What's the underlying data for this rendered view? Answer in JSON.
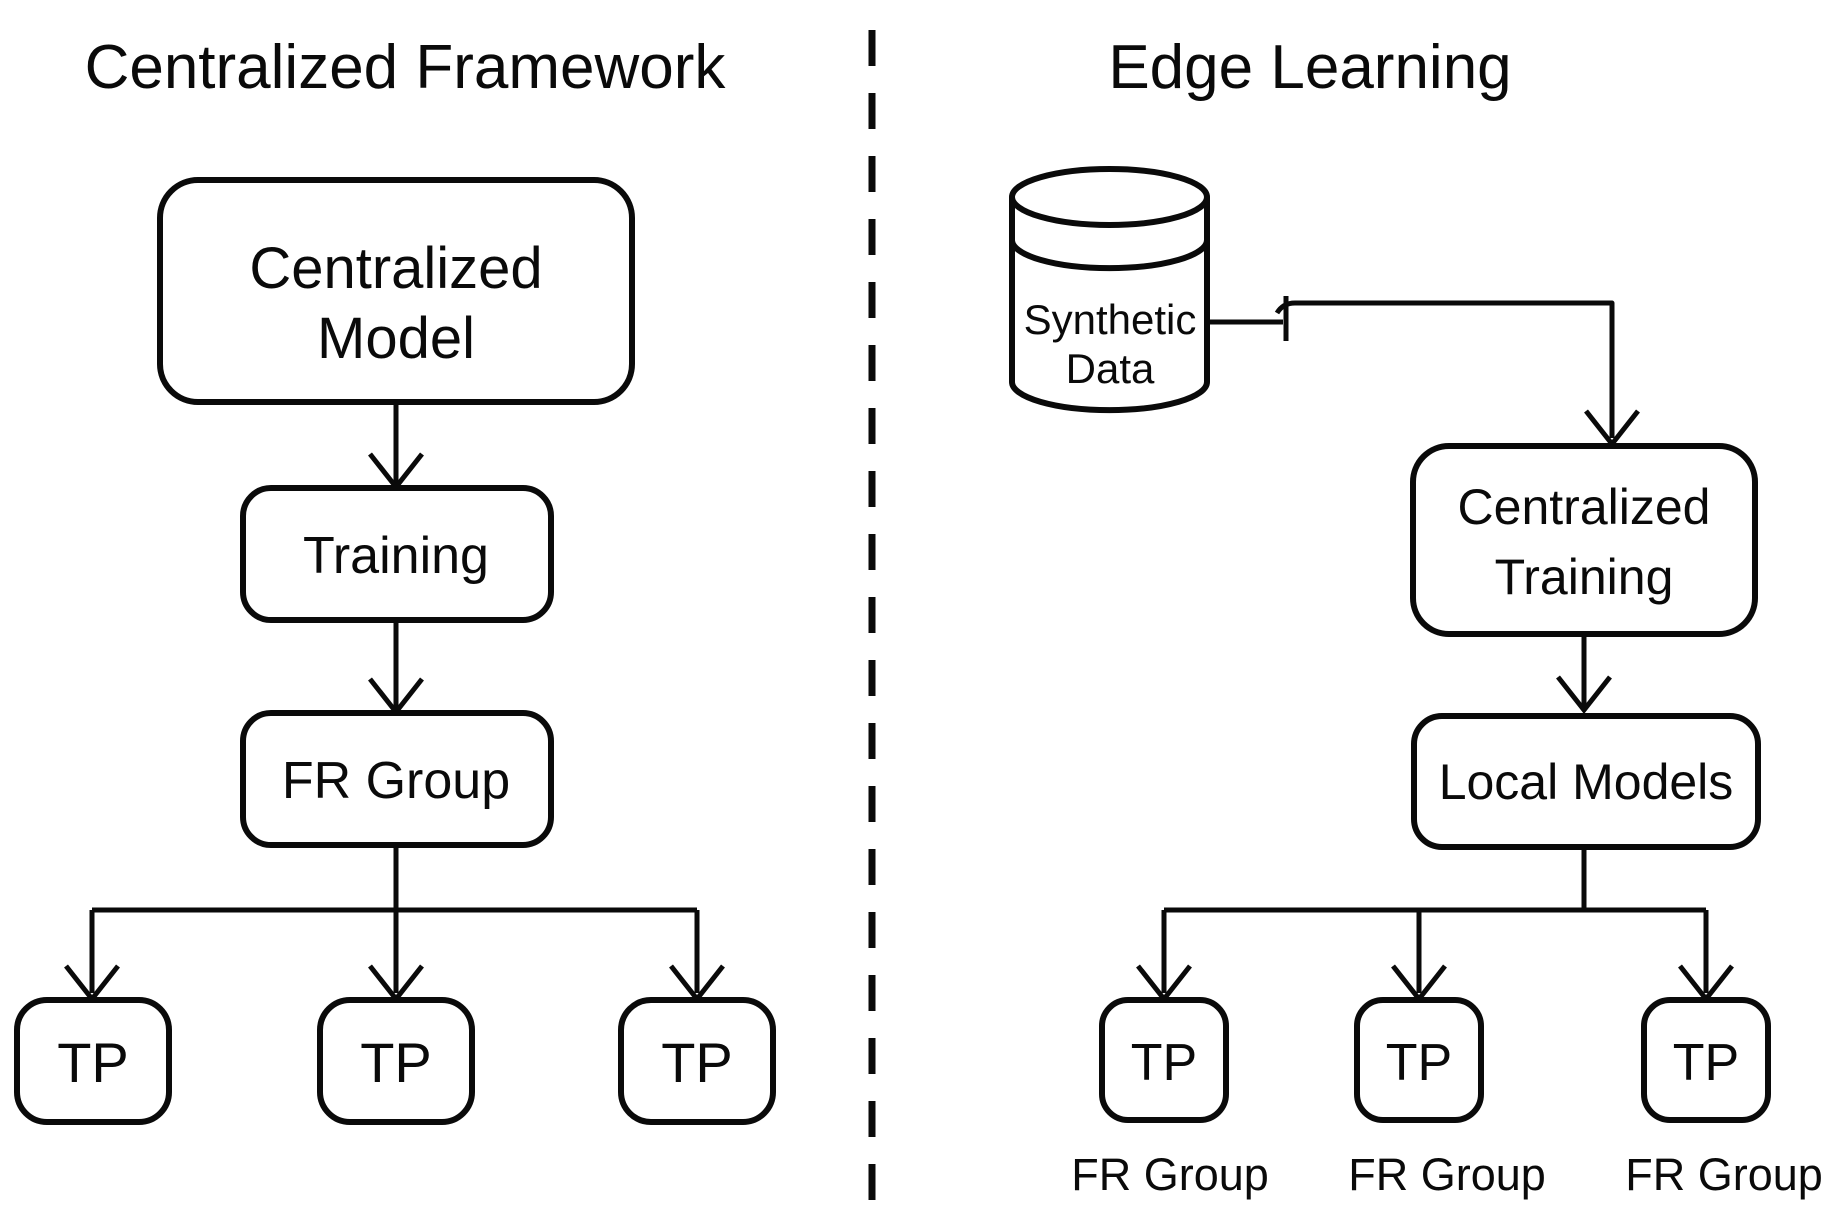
{
  "colors": {
    "stroke": "#0a0a0a",
    "background": "#ffffff"
  },
  "left_panel": {
    "title": "Centralized Framework",
    "centralized_model": {
      "line1": "Centralized",
      "line2": "Model"
    },
    "training": "Training",
    "fr_group": "FR Group",
    "tp_nodes": [
      "TP",
      "TP",
      "TP"
    ]
  },
  "right_panel": {
    "title": "Edge Learning",
    "database": {
      "line1": "Synthetic",
      "line2": "Data"
    },
    "centralized_training": {
      "line1": "Centralized",
      "line2": "Training"
    },
    "local_models": "Local Models",
    "tp_nodes": [
      "TP",
      "TP",
      "TP"
    ],
    "fr_group_labels": [
      "FR Group",
      "FR Group",
      "FR Group"
    ]
  }
}
